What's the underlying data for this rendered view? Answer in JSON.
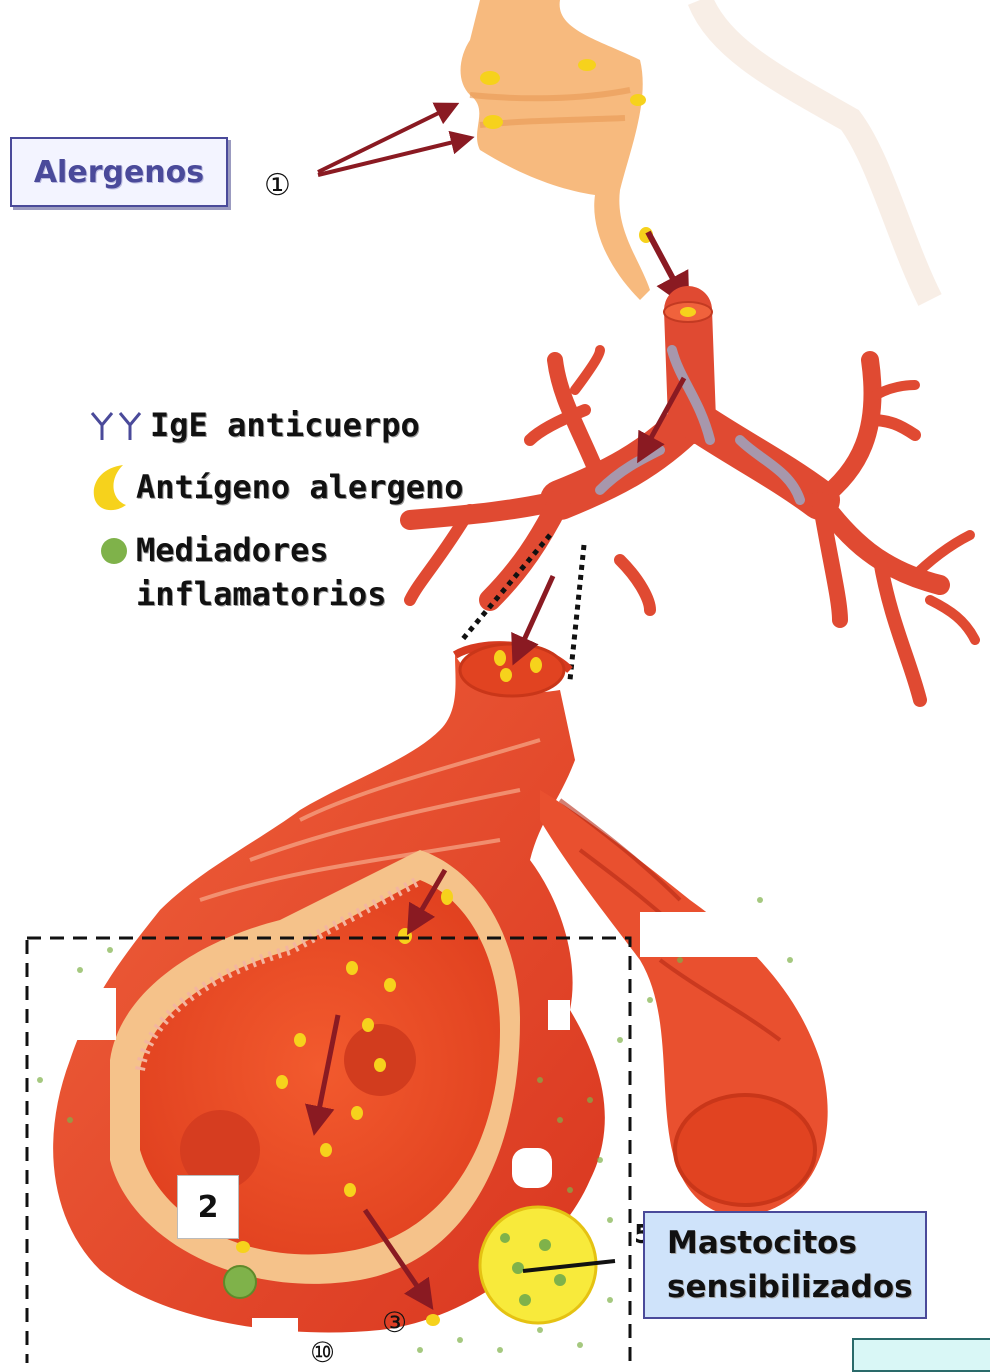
{
  "labels": {
    "alergenos": "Alergenos",
    "mastocitos_line1": "Mastocitos",
    "mastocitos_line2": "sensibilizados",
    "step_2": "2"
  },
  "legend": [
    {
      "icon": "ige-antibody-icon",
      "label": "IgE anticuerpo"
    },
    {
      "icon": "antigen-allergen-icon",
      "label": "Antígeno alergeno"
    },
    {
      "icon": "inflammatory-mediator-icon",
      "label_line1": "Mediadores",
      "label_line2": "inflamatorios"
    }
  ],
  "step_markers": {
    "one": "①",
    "three": "③",
    "ten": "⑩",
    "five_partial": "5"
  },
  "colors": {
    "label_blue": "#4a4a9a",
    "mastocitos_box": "#cfe3fa",
    "airway_red": "#e8452a",
    "nasal_orange": "#f7b677",
    "allergen_yellow": "#f6d21c",
    "mediator_green": "#7fb24a",
    "arrow_dark_red": "#8a1a22"
  }
}
